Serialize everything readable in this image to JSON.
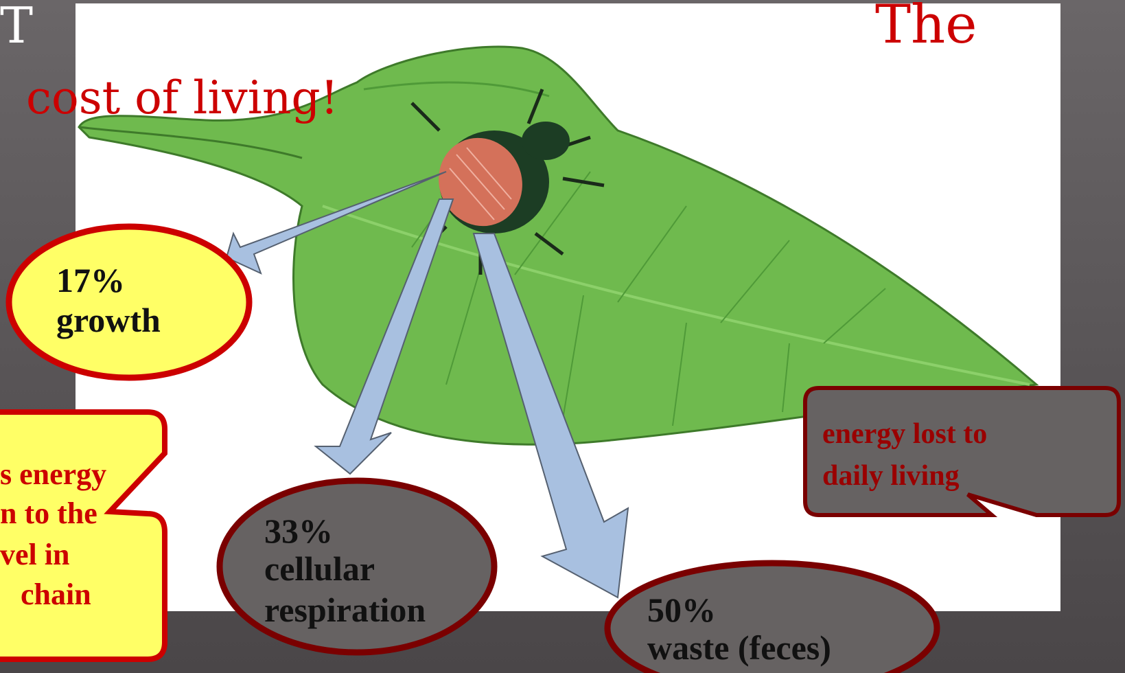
{
  "slide": {
    "title_fragment_left": "T",
    "title_fragment_right": "The",
    "title_line2": "cost of living!"
  },
  "callouts": {
    "growth": {
      "percent": "17%",
      "label": "growth"
    },
    "respiration": {
      "percent": "33%",
      "label_line1": "cellular",
      "label_line2": "respiration"
    },
    "waste": {
      "percent": "50%",
      "label": "waste (feces)"
    },
    "daily": {
      "line1": "energy lost to",
      "line2": "daily living"
    },
    "left_note": {
      "line1": "s energy",
      "line2": "n to the",
      "line3": "vel in",
      "line4": "chain"
    }
  },
  "colors": {
    "title_red": "#cc0000",
    "bubble_yellow": "#ffff66",
    "bubble_gray": "#666262",
    "outline_dark_red": "#7a0000",
    "outline_red": "#cc0000",
    "arrow_blue": "#a8c0e0"
  }
}
